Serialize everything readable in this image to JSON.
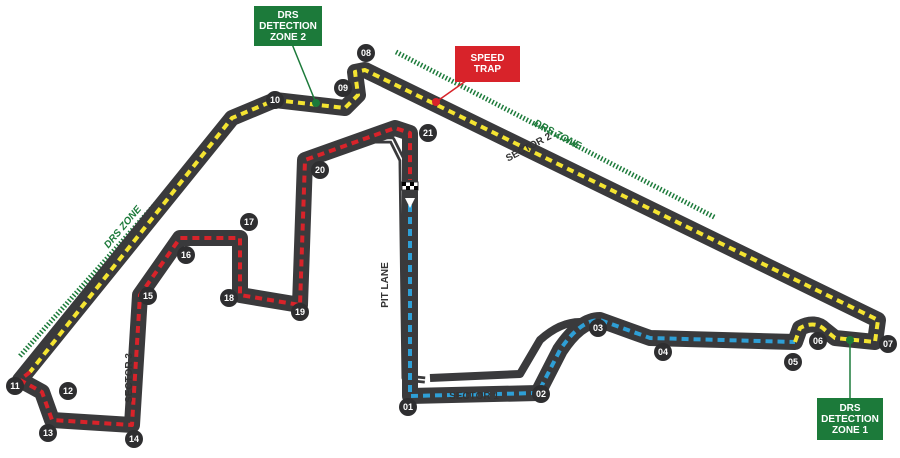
{
  "colors": {
    "track": "#3a3a3c",
    "sector1": "#2e9fd6",
    "sector2": "#f4e431",
    "sector3": "#d8232a",
    "drs": "#1c7a3a",
    "speed_trap": "#d8232a",
    "turn_badge": "#2e2e30"
  },
  "turns": [
    "01",
    "02",
    "03",
    "04",
    "05",
    "06",
    "07",
    "08",
    "09",
    "10",
    "11",
    "12",
    "13",
    "14",
    "15",
    "16",
    "17",
    "18",
    "19",
    "20",
    "21"
  ],
  "labels": {
    "sector1": "SECTOR 1",
    "sector2": "SECTOR 2",
    "sector3": "SECTOR 3",
    "pit_lane": "PIT LANE",
    "drs_zone_1": "DRS ZONE",
    "drs_zone_2": "DRS ZONE"
  },
  "boxes": {
    "drs_detection_2": [
      "DRS",
      "DETECTION",
      "ZONE 2"
    ],
    "speed_trap": [
      "SPEED",
      "TRAP"
    ],
    "drs_detection_1": [
      "DRS",
      "DETECTION",
      "ZONE 1"
    ]
  }
}
